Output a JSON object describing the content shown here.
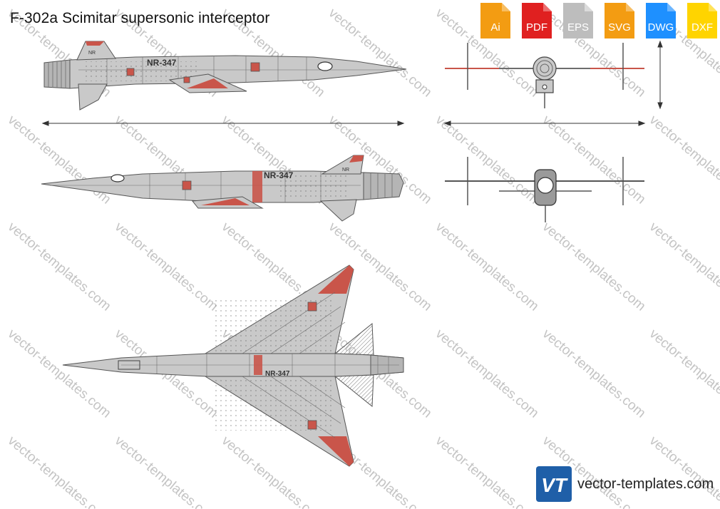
{
  "title": "F-302a Scimitar supersonic interceptor",
  "watermark": "vector-templates.com",
  "formats": [
    {
      "label": "Ai",
      "color": "#f39c12",
      "icon": "ai-file-icon"
    },
    {
      "label": "PDF",
      "color": "#e02020",
      "icon": "pdf-file-icon"
    },
    {
      "label": "EPS",
      "color": "#bdbdbd",
      "icon": "eps-file-icon"
    },
    {
      "label": "SVG",
      "color": "#f39c12",
      "icon": "svg-file-icon"
    },
    {
      "label": "DWG",
      "color": "#1e90ff",
      "icon": "dwg-file-icon"
    },
    {
      "label": "DXF",
      "color": "#ffd400",
      "icon": "dxf-file-icon"
    }
  ],
  "markings": {
    "tail_number": "NR-347",
    "fin_code": "NR"
  },
  "brand": {
    "name": "vector-templates.com",
    "logo_letters": "VT",
    "logo_color": "#1f5fa8"
  },
  "colors": {
    "fuselage": "#c9c9c9",
    "panel_line": "#6d6d6d",
    "accent_red": "#c9554a",
    "dimension_line": "#333333"
  }
}
